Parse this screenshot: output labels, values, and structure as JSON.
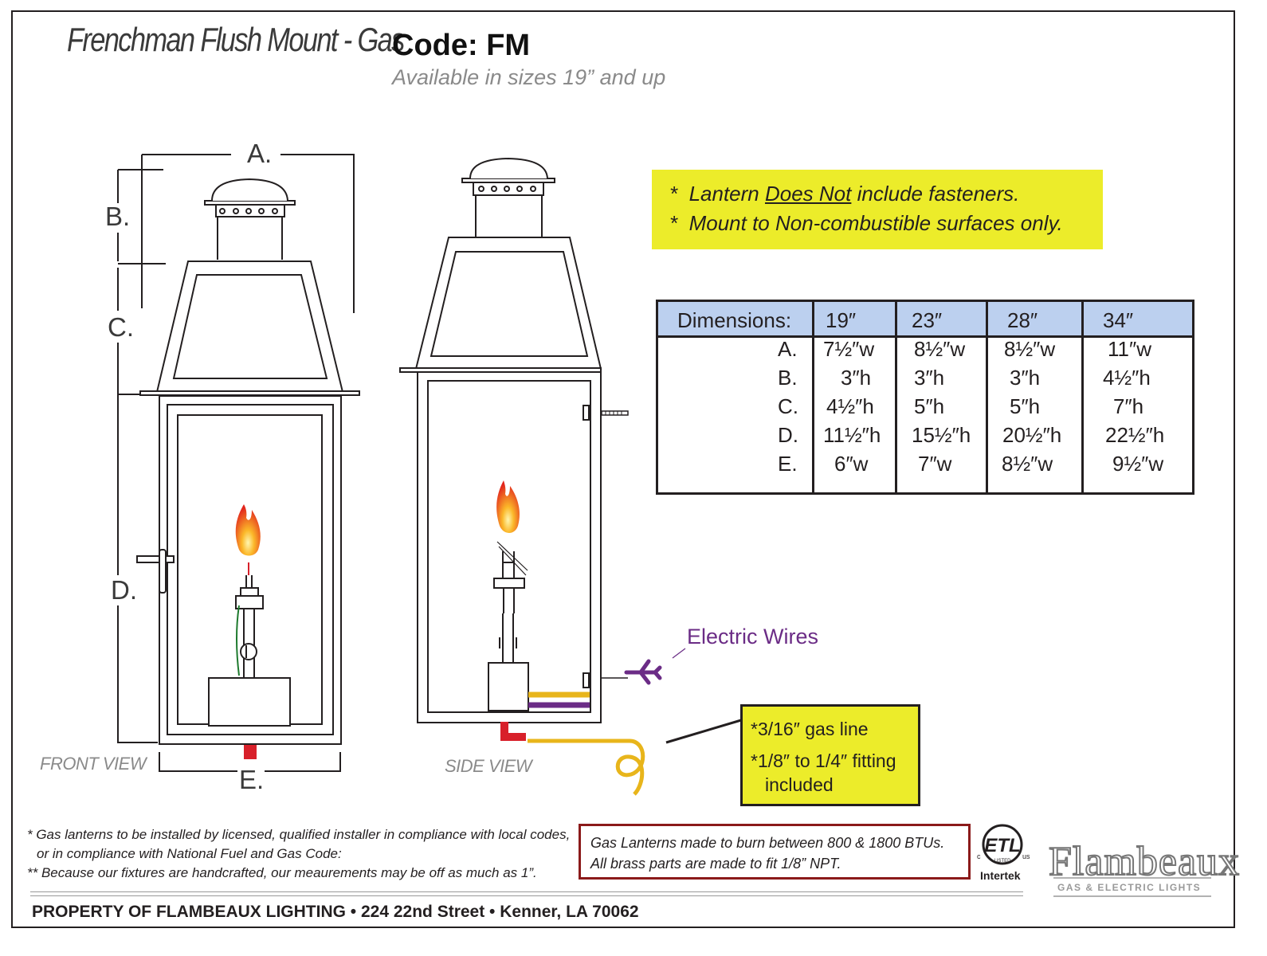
{
  "header": {
    "model": "Frenchman Flush Mount - Gas",
    "code": "Code: FM",
    "sizes": "Available in sizes 19” and up"
  },
  "notes": {
    "line1_pre": "Lantern ",
    "line1_u": "Does Not",
    "line1_post": " include fasteners.",
    "line2": "Mount to Non-combustible surfaces only.",
    "bullet": "*"
  },
  "dimensions_table": {
    "header_label": "Dimensions:",
    "sizes": [
      "19″",
      "23″",
      "28″",
      "34″"
    ],
    "rows": [
      {
        "label": "A.",
        "values": [
          "7½″w",
          "8½″w",
          "8½″w",
          "11″w"
        ]
      },
      {
        "label": "B.",
        "values": [
          "3″h",
          "3″h",
          "3″h",
          "4½″h"
        ]
      },
      {
        "label": "C.",
        "values": [
          "4½″h",
          "5″h",
          "5″h",
          "7″h"
        ]
      },
      {
        "label": "D.",
        "values": [
          "11½″h",
          "15½″h",
          "20½″h",
          "22½″h"
        ]
      },
      {
        "label": "E.",
        "values": [
          "6″w",
          "7″w",
          "8½″w",
          "9½″w"
        ]
      }
    ]
  },
  "diagram": {
    "dim_a": "A.",
    "dim_b": "B.",
    "dim_c": "C.",
    "dim_d": "D.",
    "dim_e": "E.",
    "front_view": "FRONT VIEW",
    "side_view": "SIDE VIEW",
    "electric_wires": "Electric Wires"
  },
  "gas_note": {
    "line1": "*3/16″ gas line",
    "line2": "*1/8″ to 1/4″ fitting",
    "line3": "included"
  },
  "footer": {
    "note1": "* Gas lanterns to be installed by licensed, qualified installer in compliance with local codes,",
    "note2": "or in compliance with National Fuel and Gas Code:",
    "note3": "** Because our fixtures are handcrafted, our meaurements may be off as much as 1”.",
    "btu1": "Gas Lanterns made to burn between 800 & 1800 BTUs.",
    "btu2": "All brass parts are made to fit 1/8” NPT.",
    "property": "PROPERTY OF FLAMBEAUX LIGHTING • 224 22nd Street • Kenner, LA 70062"
  },
  "logos": {
    "etl_c": "c",
    "etl_mark": "ETL",
    "etl_listed": "LISTED",
    "etl_us": "us",
    "intertek": "Intertek",
    "brand": "Flambeaux",
    "brand_tag": "GAS & ELECTRIC LIGHTS"
  },
  "colors": {
    "note_yellow": "#ecec2a",
    "table_header_blue": "#bcd0ef",
    "wire_purple": "#6b2c86",
    "gas_yellow": "#e8b51b",
    "gas_red": "#d8202a",
    "btu_border": "#8b1a1a"
  }
}
